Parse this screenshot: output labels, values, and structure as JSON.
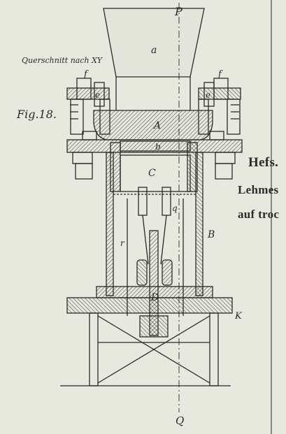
{
  "captions": {
    "section": "Querschnitt nach XY",
    "figure": "Fig.18."
  },
  "side_text": {
    "line1": "Hefs.",
    "line2": "Lehmes",
    "line3": "auf troc"
  },
  "part_labels": {
    "top_axis": "P",
    "hopper": "a",
    "bolt_left": "f",
    "bolt_right": "f",
    "nut_left": "e",
    "nut_right": "e",
    "plate": "A",
    "channel": "b",
    "chamber": "C",
    "rod_q": "q",
    "rod_r": "r",
    "casing": "B",
    "frame": "K",
    "drive": "D",
    "bottom_axis": "Q"
  },
  "colors": {
    "paper": "#e7e8de",
    "ink": "#2a2a2a",
    "hatch": "#3a3a3a"
  }
}
